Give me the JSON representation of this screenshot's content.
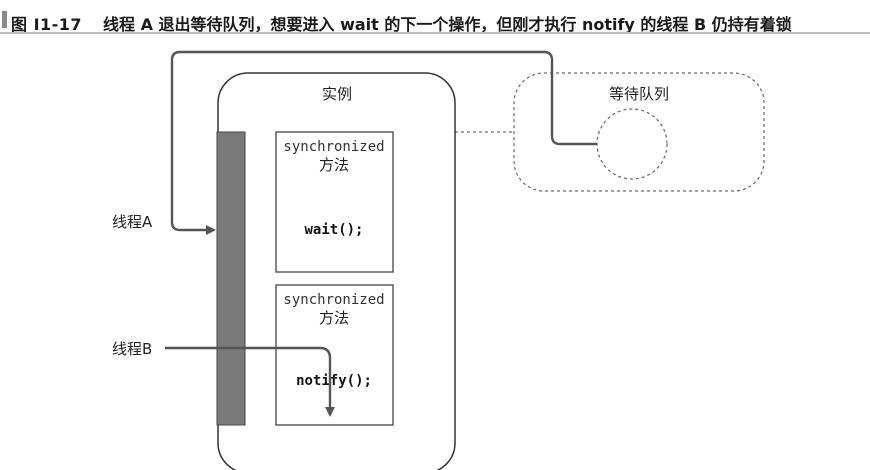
{
  "caption": {
    "figure_label": "图 I1-17",
    "text": "线程 A 退出等待队列，想要进入 wait 的下一个操作，但刚才执行 notify 的线程 B 仍持有着锁"
  },
  "diagram": {
    "instance_label": "实例",
    "wait_queue_label": "等待队列",
    "method_top": {
      "keyword": "synchronized",
      "word": "方法",
      "call": "wait();"
    },
    "method_bottom": {
      "keyword": "synchronized",
      "word": "方法",
      "call": "notify();"
    },
    "thread_a_label": "线程A",
    "thread_b_label": "线程B"
  }
}
